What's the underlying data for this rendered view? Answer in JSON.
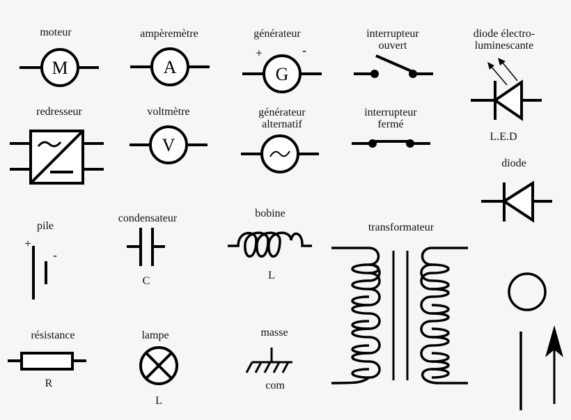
{
  "background": "#f6f6f6",
  "symbols": {
    "moteur": {
      "label": "moteur",
      "glyph": "M"
    },
    "amperemetre": {
      "label": "ampèremètre",
      "glyph": "A"
    },
    "generateur": {
      "label": "générateur",
      "glyph": "G",
      "plus": "+",
      "minus": "-"
    },
    "interrupteur_ouvert": {
      "label_line1": "interrupteur",
      "label_line2": "ouvert"
    },
    "led": {
      "label_line1": "diode électro-",
      "label_line2": "luminescante",
      "sublabel": "L.E.D"
    },
    "redresseur": {
      "label": "redresseur"
    },
    "voltmetre": {
      "label": "voltmètre",
      "glyph": "V"
    },
    "generateur_alternatif": {
      "label_line1": "générateur",
      "label_line2": "alternatif",
      "glyph": "~"
    },
    "interrupteur_ferme": {
      "label_line1": "interrupteur",
      "label_line2": "fermé"
    },
    "diode": {
      "label": "diode"
    },
    "pile": {
      "label": "pile",
      "plus": "+",
      "minus": "-"
    },
    "condensateur": {
      "label": "condensateur",
      "sublabel": "C"
    },
    "bobine": {
      "label": "bobine",
      "sublabel": "L"
    },
    "transformateur": {
      "label": "transformateur"
    },
    "resistance": {
      "label": "résistance",
      "sublabel": "R"
    },
    "lampe": {
      "label": "lampe",
      "sublabel": "L"
    },
    "masse": {
      "label": "masse",
      "sublabel": "com"
    }
  }
}
